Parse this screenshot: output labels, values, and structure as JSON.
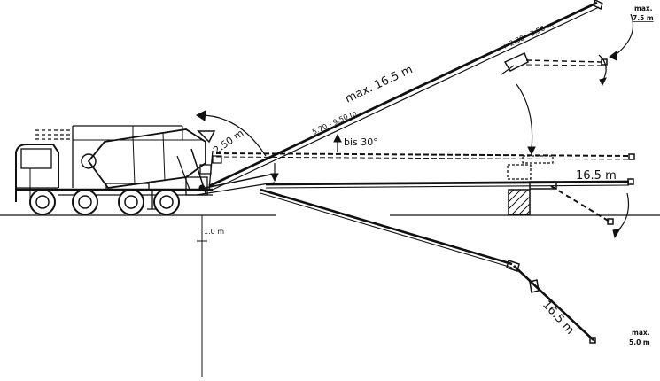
{
  "labels": {
    "top_length": "max. 16.5 m",
    "inner_range": "5.70 - 9.50 m",
    "tip_range": "+ 2.30 - 3.50 m",
    "max_height_prefix": "max.",
    "max_height_value": "7.5 m",
    "angle": "bis 30°",
    "pivot_offset": "2.50 m",
    "mid_length": "16.5 m",
    "low_length": "16.5 m",
    "ground_offset": "1.0 m",
    "max_depth_prefix": "max.",
    "max_depth_value": "5.0 m"
  },
  "colors": {
    "ink": "#111111",
    "paper": "#ffffff"
  }
}
